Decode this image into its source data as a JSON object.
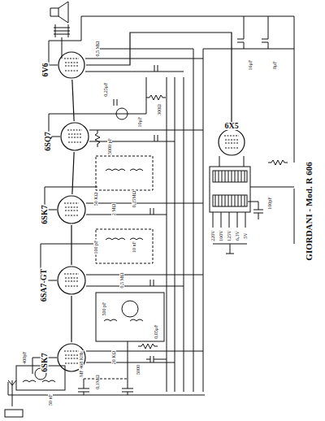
{
  "diagram": {
    "title": "GIORDANI - Mod. R 606",
    "nodes": [
      {
        "text": [
          "6SK7"
        ]
      },
      {
        "text": [
          "6SA7-GT"
        ]
      },
      {
        "text": [
          "6SK7"
        ]
      },
      {
        "text": [
          "6SQ7"
        ]
      },
      {
        "text": [
          "6V6"
        ]
      },
      {
        "text": [
          "6X5"
        ]
      }
    ],
    "edges": [
      {
        "from": 0,
        "to": 1,
        "arrow": "none"
      },
      {
        "from": 1,
        "to": 2,
        "arrow": "none"
      },
      {
        "from": 2,
        "to": 3,
        "arrow": "none"
      },
      {
        "from": 3,
        "to": 4,
        "arrow": "none"
      },
      {
        "from": 5,
        "to": 4,
        "arrow": "none"
      }
    ],
    "labels": [
      "400pF",
      "50 nF",
      "0,1MΩ",
      "20 KΩ",
      "5000",
      "0,05µF",
      "500 pF",
      "0,5 MΩ",
      "100 pF",
      "10 nF",
      "2 MΩ",
      "50 KΩ",
      "0,25MΩ",
      "5000 pF",
      "10µF",
      "300Ω",
      "0,25µF",
      "16µF",
      "8µF",
      "0,5 MΩ",
      "100pF",
      "220V",
      "160V",
      "125V",
      "6,3V",
      "5V",
      "MF 468 KHz"
    ]
  }
}
